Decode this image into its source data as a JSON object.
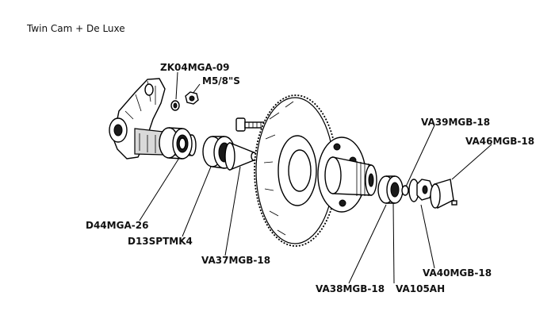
{
  "title": "Twin Cam + De Luxe",
  "parts": [
    {
      "id": "zk04",
      "code": "ZK04MGA-09"
    },
    {
      "id": "m58",
      "code": "M5/8\"S"
    },
    {
      "id": "d44",
      "code": "D44MGA-26"
    },
    {
      "id": "d13",
      "code": "D13SPTMK4"
    },
    {
      "id": "va37",
      "code": "VA37MGB-18"
    },
    {
      "id": "va38",
      "code": "VA38MGB-18"
    },
    {
      "id": "va105",
      "code": "VA105AH"
    },
    {
      "id": "va40",
      "code": "VA40MGB-18"
    },
    {
      "id": "va39",
      "code": "VA39MGB-18"
    },
    {
      "id": "va46",
      "code": "VA46MGB-18"
    }
  ]
}
